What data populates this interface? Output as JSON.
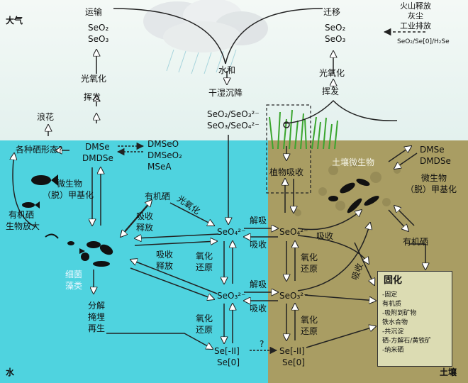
{
  "regions": {
    "atmosphere": "大气",
    "water": "水",
    "soil": "土壤"
  },
  "atmosphere": {
    "transport": "运输",
    "transport_species": [
      "SeO₂",
      "SeO₃"
    ],
    "photooxidation_left": "光氧化",
    "volatilization_left": "挥发",
    "spray": "浪花",
    "water_and": "水和",
    "dry_wet_deposition": "干湿沉降",
    "deposition_species": [
      "SeO₂/SeO₃²⁻",
      "SeO₃/SeO₄²⁻"
    ],
    "migration": "迁移",
    "migration_species": [
      "SeO₂",
      "SeO₃"
    ],
    "photooxidation_right": "光氧化",
    "volatilization_right": "挥发",
    "sources": [
      "火山释放",
      "灰尘",
      "工业排放"
    ],
    "source_species": "SeO₂/Se[0]/H₂Se"
  },
  "water": {
    "what_species": "各种硒形态?",
    "dmse": "DMSe",
    "dmdse": "DMDSe",
    "dmseo": "DMSeO",
    "dmseo2": "DMSeO₂",
    "msea": "MSeA",
    "microbial": "微生物",
    "demethylation": "（脱）甲基化",
    "organic_se_left": "有机硒",
    "bio_magnification": "生物放大",
    "bacteria": "细菌",
    "algae": "藻类",
    "organic_se_mid": "有机硒",
    "absorb1": "吸收",
    "release1": "释放",
    "photooxidation": "光氧化",
    "absorb2": "吸收",
    "release2": "释放",
    "decompose": "分解",
    "bury": "掩埋",
    "regenerate": "再生",
    "selenate": "SeO₄²⁻",
    "selenite": "SeO₃²⁻",
    "oxidation1": "氧化",
    "reduction1": "还原",
    "oxidation2": "氧化",
    "reduction2": "还原",
    "se_minus2": "Se[-II]",
    "se_zero": "Se[0]"
  },
  "interface": {
    "desorb1": "解吸",
    "absorb1": "吸收",
    "desorb2": "解吸",
    "absorb2": "吸收",
    "question": "?"
  },
  "soil": {
    "plant_uptake": "植物吸收",
    "soil_microbes": "土壤微生物",
    "dmse": "DMSe",
    "dmdse": "DMDSe",
    "microbial": "微生物",
    "demethylation": "（脱）甲基化",
    "organic_se": "有机硒",
    "selenate": "SeO₄²⁻",
    "selenite": "SeO₃²⁻",
    "absorb_a": "吸收",
    "absorb_b": "吸收",
    "oxidation1": "氧化",
    "reduction1": "还原",
    "oxidation2": "氧化",
    "reduction2": "还原",
    "se_minus2": "Se[-II]",
    "se_zero": "Se[0]",
    "fixation": {
      "title": "固化",
      "lines": [
        "-固定",
        "  有机质",
        "-吸附到矿物",
        "  铁水合物",
        "-共沉淀",
        "  硒-方解石/黄铁矿",
        "-纳米硒"
      ]
    }
  },
  "colors": {
    "sky": "#eef6f4",
    "water": "#4fd3df",
    "soil": "#a99d63",
    "grass": "#3aa52e",
    "box": "#dcdcb3"
  }
}
